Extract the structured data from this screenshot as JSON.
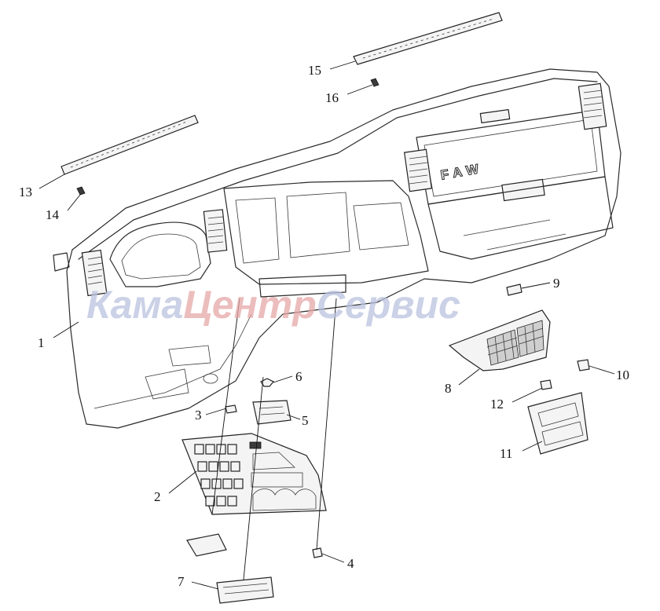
{
  "diagram": {
    "brand_logo": "FAW",
    "watermark": {
      "part1": "Кама",
      "part2": "Центр",
      "part3": "Сервис"
    },
    "callouts": [
      {
        "id": "callout-1",
        "label": "1"
      },
      {
        "id": "callout-2",
        "label": "2"
      },
      {
        "id": "callout-3",
        "label": "3"
      },
      {
        "id": "callout-4",
        "label": "4"
      },
      {
        "id": "callout-5",
        "label": "5"
      },
      {
        "id": "callout-6",
        "label": "6"
      },
      {
        "id": "callout-7",
        "label": "7"
      },
      {
        "id": "callout-8",
        "label": "8"
      },
      {
        "id": "callout-9",
        "label": "9"
      },
      {
        "id": "callout-10",
        "label": "10"
      },
      {
        "id": "callout-11",
        "label": "11"
      },
      {
        "id": "callout-12",
        "label": "12"
      },
      {
        "id": "callout-13",
        "label": "13"
      },
      {
        "id": "callout-14",
        "label": "14"
      },
      {
        "id": "callout-15",
        "label": "15"
      },
      {
        "id": "callout-16",
        "label": "16"
      }
    ]
  }
}
